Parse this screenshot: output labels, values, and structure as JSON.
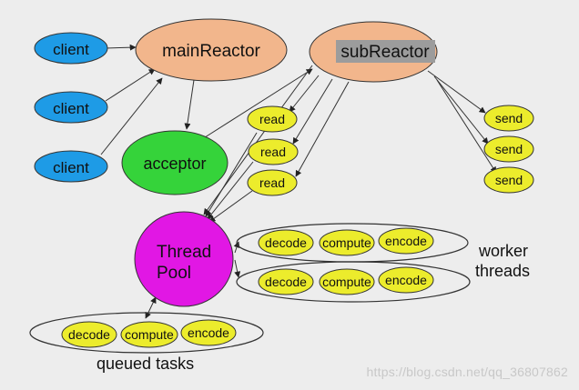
{
  "colors": {
    "background": "#ededed",
    "client": "#1e9be6",
    "reactor": "#f2b68c",
    "acceptor": "#35d33a",
    "pool": "#e117e4",
    "task": "#ecec2c",
    "sub_reactor_highlight": "#9c9c9c"
  },
  "nodes": {
    "client_1": "client",
    "client_2": "client",
    "client_3": "client",
    "main_reactor": "mainReactor",
    "sub_reactor": "subReactor",
    "acceptor": "acceptor",
    "thread_pool_line1": "Thread",
    "thread_pool_line2": "Pool",
    "read_1": "read",
    "read_2": "read",
    "read_3": "read",
    "send_1": "send",
    "send_2": "send",
    "send_3": "send"
  },
  "worker_row_1": [
    "decode",
    "compute",
    "encode"
  ],
  "worker_row_2": [
    "decode",
    "compute",
    "encode"
  ],
  "queued_row": [
    "decode",
    "compute",
    "encode"
  ],
  "labels": {
    "worker_threads_line1": "worker",
    "worker_threads_line2": "threads",
    "queued_tasks": "queued tasks",
    "watermark": "https://blog.csdn.net/qq_36807862"
  }
}
